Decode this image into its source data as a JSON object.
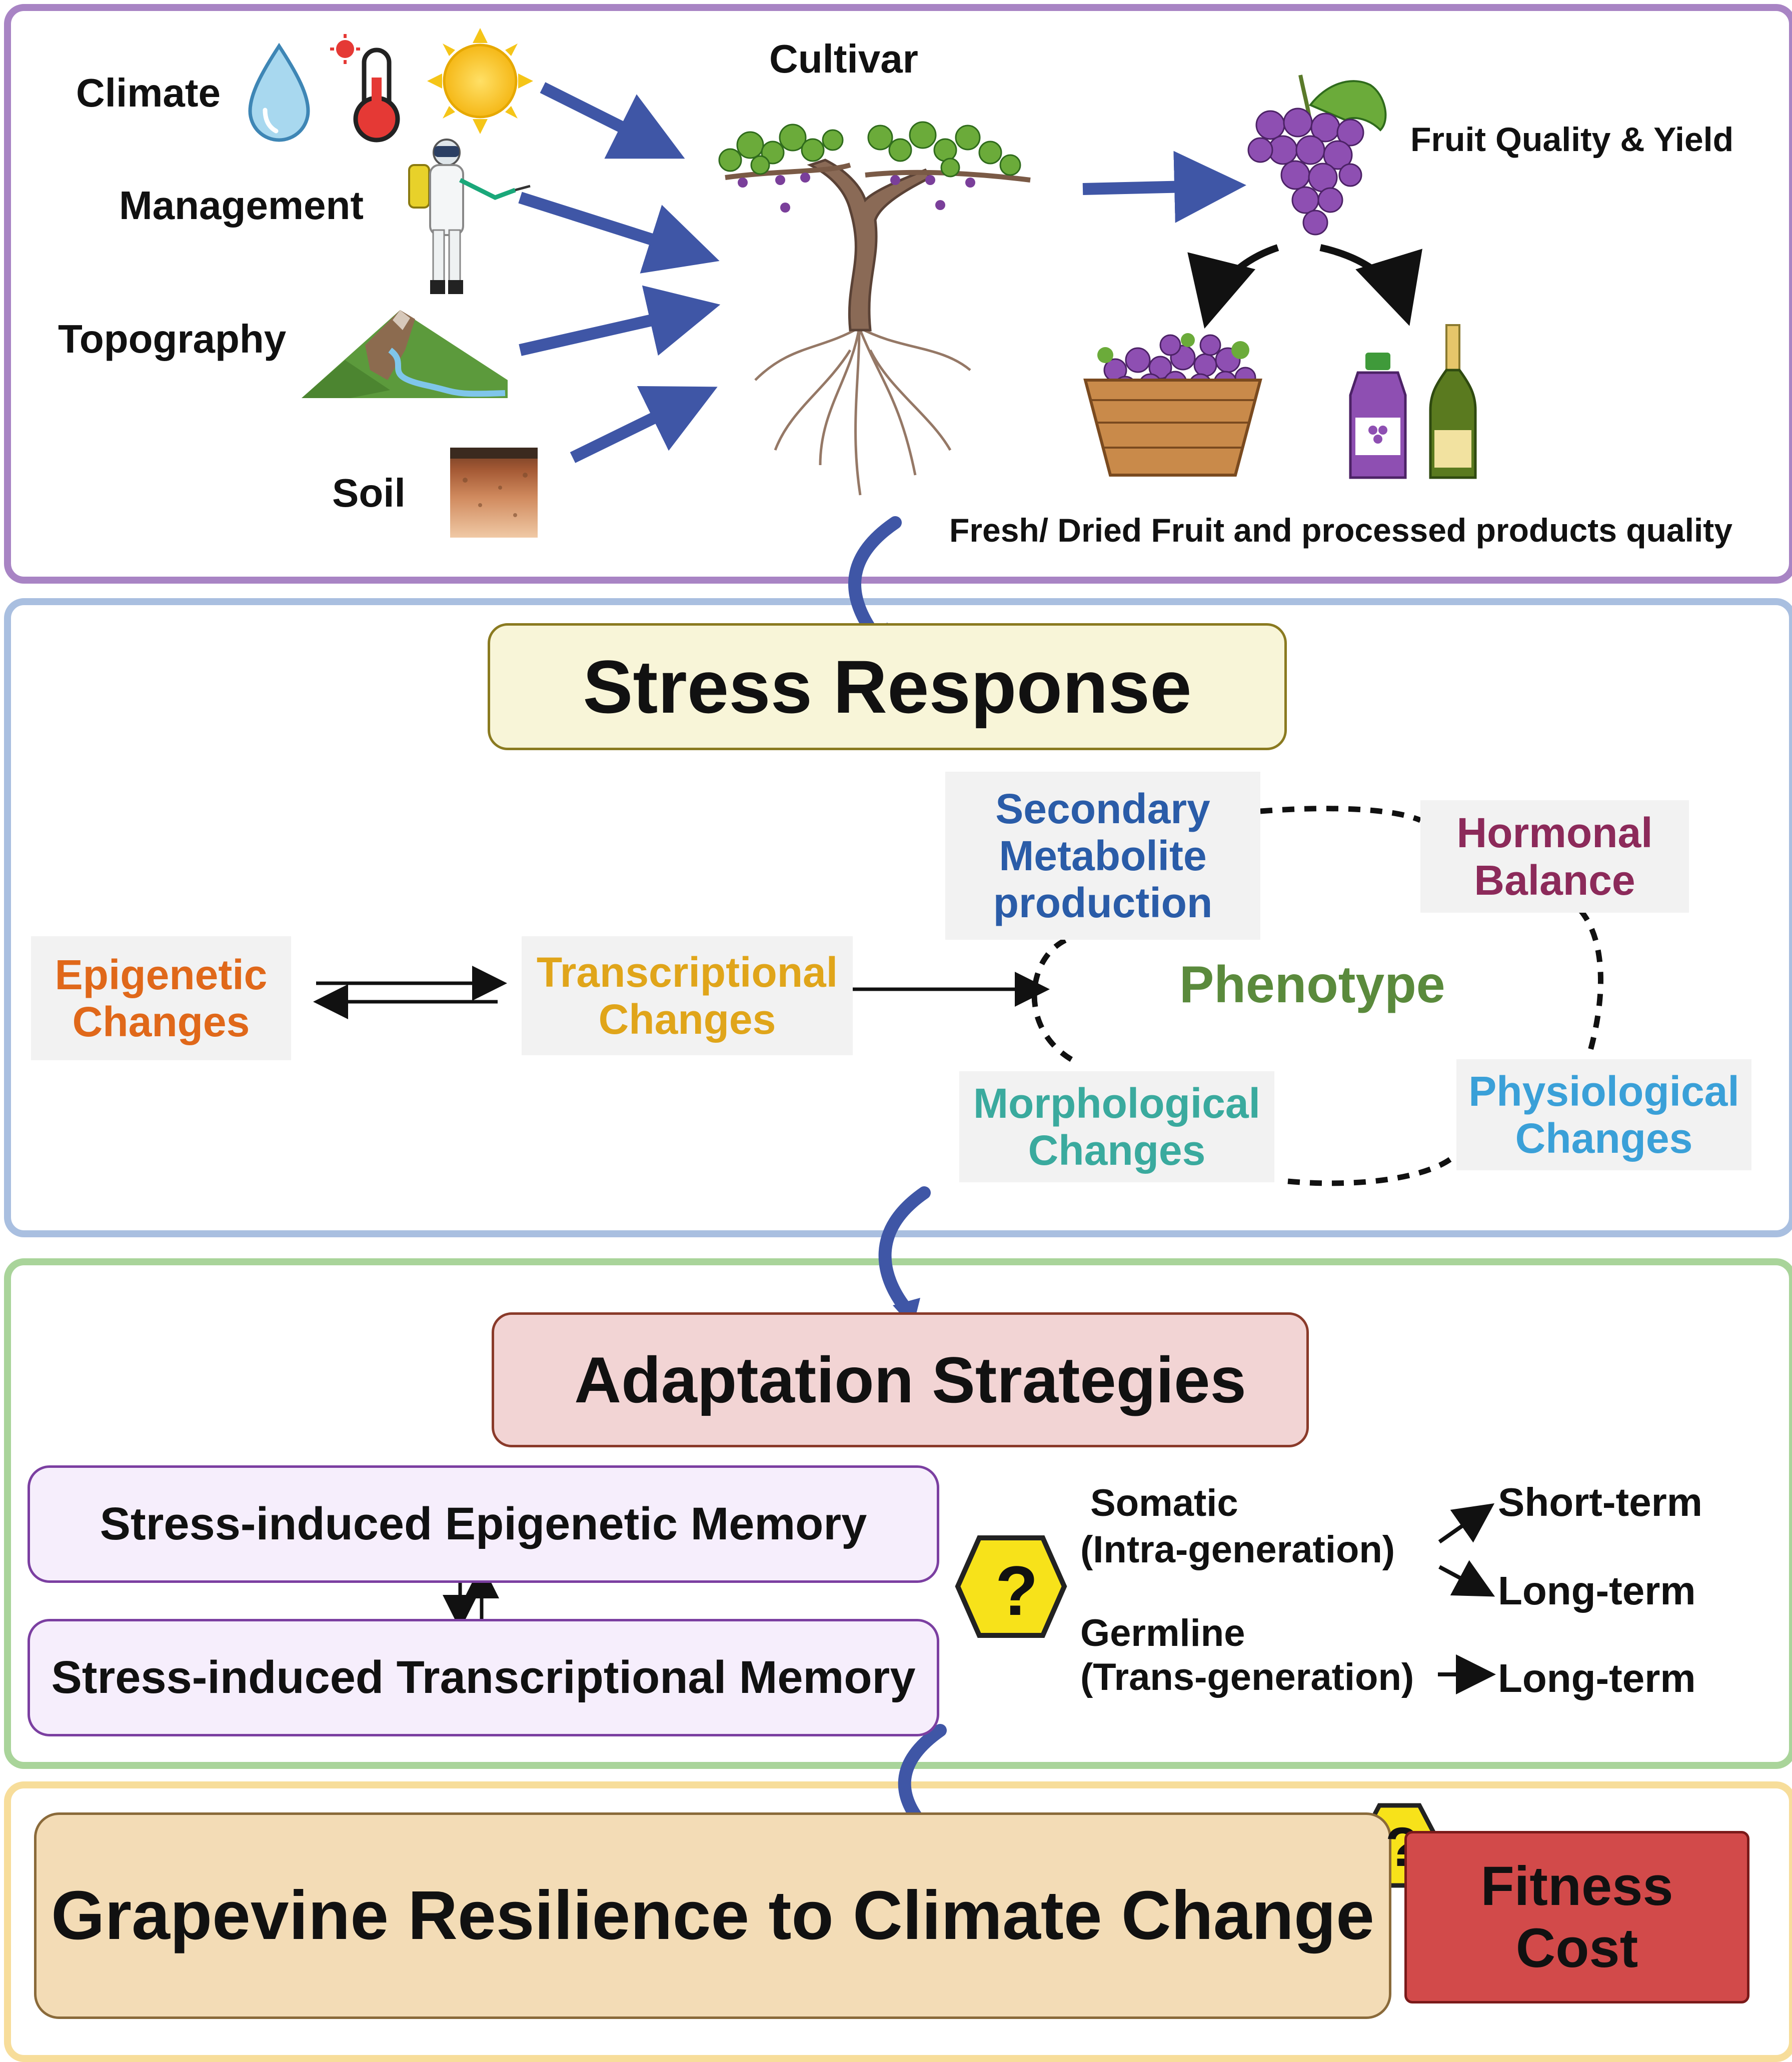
{
  "factors": {
    "climate": "Climate",
    "management": "Management",
    "topography": "Topography",
    "soil": "Soil"
  },
  "cultivar": "Cultivar",
  "fruit_quality": "Fruit Quality & Yield",
  "products_quality": "Fresh/ Dried Fruit and processed products quality",
  "stress_response": {
    "title": "Stress Response",
    "epigenetic": [
      "Epigenetic",
      "Changes"
    ],
    "transcriptional": [
      "Transcriptional",
      "Changes"
    ],
    "phenotype": "Phenotype",
    "secondary": [
      "Secondary",
      "Metabolite",
      "production"
    ],
    "hormonal": [
      "Hormonal",
      "Balance"
    ],
    "morphological": [
      "Morphological",
      "Changes"
    ],
    "physiological": [
      "Physiological",
      "Changes"
    ]
  },
  "adaptation": {
    "title": "Adaptation Strategies",
    "epigenetic_memory": "Stress-induced Epigenetic Memory",
    "transcriptional_memory": "Stress-induced Transcriptional Memory",
    "question_mark": "?",
    "somatic": "Somatic",
    "somatic_sub": "(Intra-generation)",
    "germline": "Germline",
    "germline_sub": "(Trans-generation)",
    "short_term": "Short-term",
    "long_term_1": "Long-term",
    "long_term_2": "Long-term"
  },
  "resilience": {
    "title": "Grapevine Resilience to Climate Change",
    "question_mark": "?",
    "fitness_line1": "Fitness",
    "fitness_line2": "Cost"
  },
  "colors": {
    "panel1_border": "#a884c4",
    "panel2_border": "#a9bfe0",
    "panel3_border": "#a9d49a",
    "panel4_border": "#f7dd9a",
    "arrow_blue": "#3f56a6",
    "epigenetic": "#e0681a",
    "transcriptional": "#e0a51a",
    "phenotype": "#5a8a3c",
    "secondary": "#2a5ca8",
    "hormonal": "#8c2a5a",
    "morphological": "#3aaa9e",
    "physiological": "#3aa0d8",
    "fitness_box": "#d24a4a",
    "resilience_box": "#f3dcb6",
    "adaptation_box": "#f2d4d4",
    "stress_box": "#f8f5d8",
    "hexagon": "#f7e21a"
  }
}
